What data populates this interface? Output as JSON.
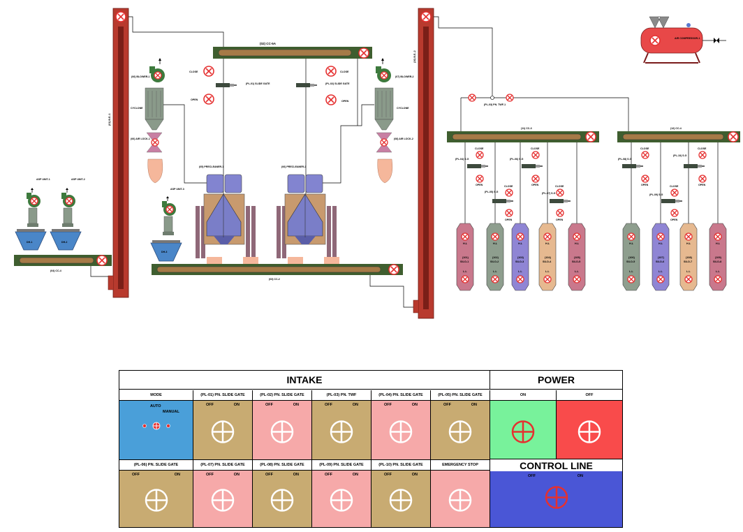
{
  "colors": {
    "elevator": "#b83a2e",
    "conveyor_frame": "#3f5e2f",
    "conveyor_belt": "#a67a47",
    "panel_tan": "#c8ab72",
    "panel_pink": "#f6a9a9",
    "panel_blue": "#4a9fd9",
    "power_on": "#78f29b",
    "power_off": "#f94b4b",
    "control_line": "#4a56d6"
  },
  "diagram": {
    "asp_unit_1": "ASP UNIT-1",
    "asp_unit_2": "ASP UNIT-2",
    "asp_unit_3": "ASP UNIT-3",
    "dh_1": "DH-1",
    "dh_2": "DH-2",
    "dh_3": "DH-3",
    "cc4": "(04) CC-4",
    "be1": "(01) B.E.-1",
    "be2": "(10) B.E.-2",
    "cc5a": "(02) CC-5A",
    "cc2": "(03) CC-2",
    "cc3": "(11) CC-3",
    "cc4b": "(12) CC-4",
    "blower1": "(06) BLOWER-1",
    "blower2": "(07) BLOWER-2",
    "cyclone": "CYCLONE",
    "airlock1": "(06) AIR LOCK-1",
    "airlock2": "(08) AIR LOCK-2",
    "precleaner1": "(05) PRECLEANER-1",
    "precleaner2": "(06) PRECLEANER-2",
    "pl01": "(PL-01) SLIDE GATE",
    "pl02": "(PL-02) SLIDE GATE",
    "pl03": "(PL-03) PN. TWF-1",
    "close": "CLOSE",
    "open": "OPEN",
    "air_compressor": "AIR COMPRESSOR-1",
    "sg_labels": [
      "(PL-04) S.G",
      "(PL-05) S.G",
      "(PL-06) S.G",
      "(PL-07) S.G",
      "(PL-08) S.G",
      "(PL-09) S.G",
      "(PL-10) S.G",
      "(PL-11) S.G"
    ],
    "hl": "H.L",
    "ll": "L.L",
    "silos": [
      {
        "id": "(101)",
        "name": "SILO-1",
        "color": "#c9788c"
      },
      {
        "id": "(102)",
        "name": "SILO-2",
        "color": "#8e9e8e"
      },
      {
        "id": "(103)",
        "name": "SILO-3",
        "color": "#8f85d4"
      },
      {
        "id": "(104)",
        "name": "SILO-4",
        "color": "#e6b990"
      },
      {
        "id": "(105)",
        "name": "SILO-5",
        "color": "#c9788c"
      },
      {
        "id": "(106)",
        "name": "SILO-5",
        "color": "#8e9e8e"
      },
      {
        "id": "(107)",
        "name": "SILO-6",
        "color": "#8f85d4"
      },
      {
        "id": "(108)",
        "name": "SILO-7",
        "color": "#e6b990"
      },
      {
        "id": "(109)",
        "name": "SILO-8",
        "color": "#c9788c"
      }
    ]
  },
  "panel": {
    "intake_title": "INTAKE",
    "power_title": "POWER",
    "control_line_title": "CONTROL LINE",
    "off": "OFF",
    "on": "ON",
    "mode": {
      "label": "MODE",
      "auto": "AUTO",
      "manual": "MANUAL"
    },
    "row1": [
      "(PL-01) PN. SLIDE GATE",
      "(PL-02) PN. SLIDE GATE",
      "(PL-03) PN. TWF",
      "(PL-04) PN. SLIDE GATE",
      "(PL-05) PN. SLIDE GATE"
    ],
    "row2": [
      "(PL-06) PN. SLIDE GATE",
      "(PL-07) PN. SLIDE GATE",
      "(PL-08) PN. SLIDE GATE",
      "(PL-09) PN. SLIDE GATE",
      "(PL-10) PN. SLIDE GATE",
      "EMERGENCY STOP"
    ]
  }
}
